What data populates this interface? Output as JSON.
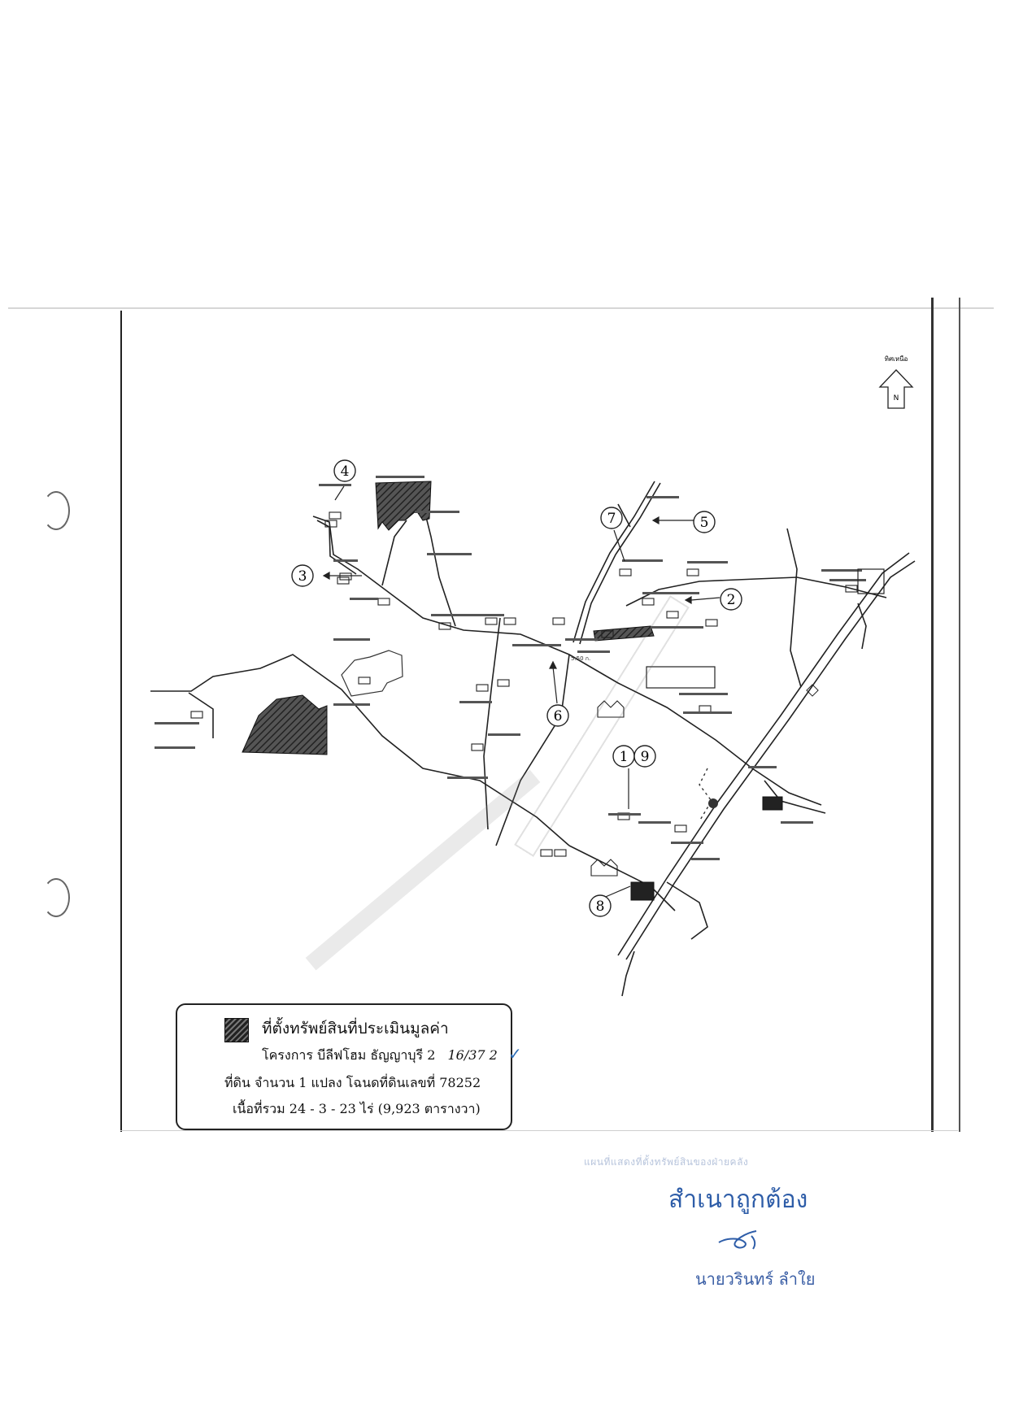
{
  "compass": {
    "label": "ทิศเหนือ",
    "letter": "N"
  },
  "map": {
    "markers": [
      {
        "n": "1"
      },
      {
        "n": "2"
      },
      {
        "n": "3"
      },
      {
        "n": "4"
      },
      {
        "n": "5"
      },
      {
        "n": "6"
      },
      {
        "n": "7"
      },
      {
        "n": "8"
      },
      {
        "n": "9"
      }
    ],
    "distance_label": "5.50 ก."
  },
  "legend": {
    "line1": "ที่ตั้งทรัพย์สินที่ประเมินมูลค่า",
    "line2": "โครงการ บีลีฟโฮม ธัญญาบุรี 2",
    "handwritten": "16/37 2",
    "line3": "ที่ดิน จำนวน 1 แปลง โฉนดที่ดินเลขที่ 78252",
    "line4": "เนื้อที่รวม 24 - 3 - 23 ไร่ (9,923 ตารางวา)"
  },
  "certification": {
    "faded_header": "แผนที่แสดงที่ตั้งทรัพย์สินของฝ่ายคลัง",
    "certified_text": "สำเนาถูกต้อง",
    "signer_name": "นายวรินทร์ ลำใย"
  },
  "colors": {
    "stamp_blue": "#2e5da8",
    "ink": "#111111",
    "paper": "#ffffff"
  }
}
